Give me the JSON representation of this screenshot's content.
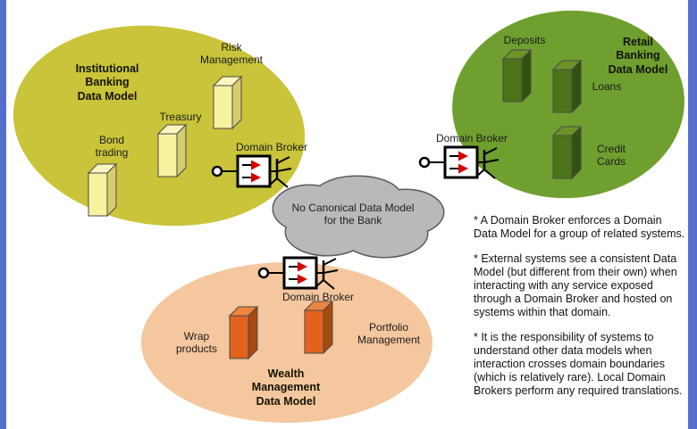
{
  "edges": {
    "color": "#5470cc"
  },
  "domains": {
    "institutional": {
      "title_lines": [
        "Institutional",
        "Banking",
        "Data Model"
      ],
      "fill": "#c9c43a",
      "box_fill": "#f7f2a0",
      "broker_label": "Domain Broker",
      "systems": {
        "bond_trading": "Bond trading",
        "treasury": "Treasury",
        "risk_management": "Risk Management"
      }
    },
    "retail": {
      "title_lines": [
        "Retail",
        "Banking",
        "Data Model"
      ],
      "fill": "#6f9f2f",
      "box_fill": "#4c7519",
      "broker_label": "Domain Broker",
      "systems": {
        "deposits": "Deposits",
        "loans": "Loans",
        "credit_cards": "Credit Cards"
      }
    },
    "wealth": {
      "title_lines": [
        "Wealth",
        "Management",
        "Data Model"
      ],
      "fill": "#f5c79e",
      "box_fill": "#e2631d",
      "broker_label": "Domain Broker",
      "systems": {
        "wrap_products": "Wrap products",
        "portfolio_management": "Portfolio Management"
      }
    }
  },
  "cloud": {
    "text": "No Canonical Data Model for the Bank",
    "fill": "#b9b9bb"
  },
  "notes": [
    "* A Domain Broker enforces a Domain Data Model for a group of related systems.",
    "* External systems see a consistent Data Model (but different from their own) when interacting with any service exposed through a Domain Broker and hosted on systems within that domain.",
    "* It is the responsibility of systems to understand other data models when interaction crosses domain boundaries (which is relatively rare). Local Domain Brokers perform any required translations."
  ]
}
